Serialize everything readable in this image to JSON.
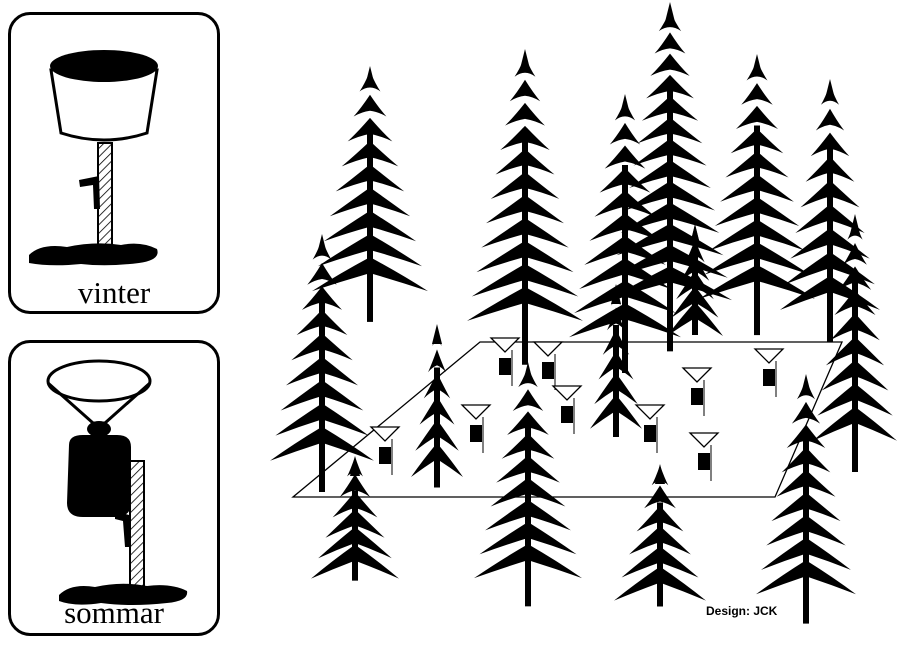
{
  "panels": {
    "winter": {
      "label": "vinter"
    },
    "summer": {
      "label": "sommar"
    }
  },
  "credit": "Design: JCK",
  "colors": {
    "ink": "#000000",
    "paper": "#ffffff",
    "hatch": "#000000"
  },
  "icons": {
    "winter": "snow-bucket-collector-icon",
    "summer": "funnel-bottle-collector-icon",
    "tree": "spruce-tree-icon",
    "sampler": "funnel-sampler-icon"
  }
}
